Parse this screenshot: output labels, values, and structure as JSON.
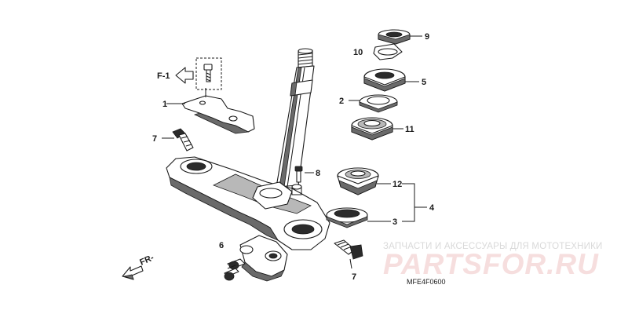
{
  "reference": {
    "label": "F-1"
  },
  "direction": {
    "label": "FR-"
  },
  "diagram_code": "MFE4F0600",
  "watermark": {
    "top_text": "ЗАПЧАСТИ И АКСЕССУАРЫ ДЛЯ МОТОТЕХНИКИ",
    "big_text": "PARTSFOR.RU"
  },
  "callouts": {
    "c1": "1",
    "c2": "2",
    "c3": "3",
    "c4": "4",
    "c5": "5",
    "c6": "6",
    "c7a": "7",
    "c7b": "7",
    "c8": "8",
    "c9": "9",
    "c10": "10",
    "c11": "11",
    "c12": "12"
  }
}
